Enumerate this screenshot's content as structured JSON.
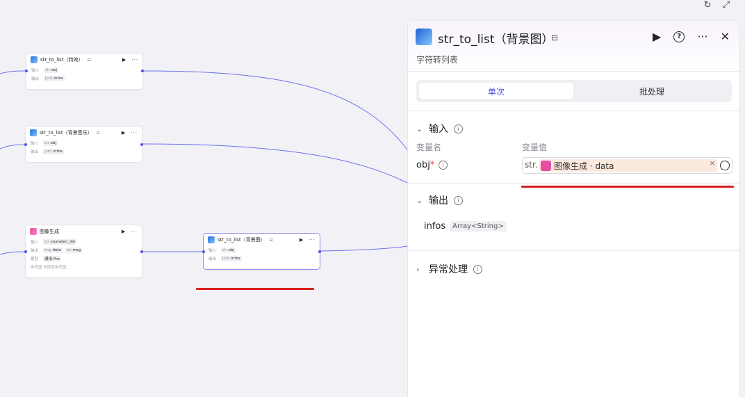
{
  "toolbar": {
    "refresh_icon": "↻",
    "expand_icon": "⤢"
  },
  "nodes": [
    {
      "title": "str_to_list（特效）",
      "rows": [
        {
          "label": "输入",
          "type": "str",
          "value": "obj"
        },
        {
          "label": "输出",
          "type": "[str]",
          "value": "infos"
        }
      ]
    },
    {
      "title": "str_to_list（背景音乐）",
      "rows": [
        {
          "label": "输入",
          "type": "str",
          "value": "obj"
        },
        {
          "label": "输出",
          "type": "[str]",
          "value": "infos"
        }
      ]
    },
    {
      "title": "图像生成",
      "rows": [
        {
          "label": "输入",
          "type": "str",
          "value": "yuanwen_list"
        },
        {
          "label": "输出",
          "type": "img",
          "value": "data",
          "type2": "str",
          "value2": "msg"
        },
        {
          "label": "模型",
          "value": "通用-Pro"
        }
      ],
      "muted": "参考图  未配置参考图"
    },
    {
      "title": "str_to_list（背景图）",
      "rows": [
        {
          "label": "输入",
          "type": "str",
          "value": "obj"
        },
        {
          "label": "输出",
          "type": "[str]",
          "value": "infos"
        }
      ]
    }
  ],
  "node_badge": "⊟",
  "node_run": "▶",
  "node_more": "···",
  "panel": {
    "title": "str_to_list（背景图）",
    "edit_icon": "⊟",
    "run_icon": "▶",
    "help_icon": "?",
    "more_icon": "···",
    "close_icon": "✕",
    "subtitle": "字符转列表",
    "tabs": {
      "single": "单次",
      "batch": "批处理"
    },
    "input": {
      "title": "输入",
      "col_name": "变量名",
      "col_value": "变量值",
      "var_name": "obj",
      "required_mark": "*",
      "var_type": "str.",
      "ref_text": "图像生成 · data",
      "clear_icon": "×"
    },
    "output": {
      "title": "输出",
      "name": "infos",
      "type": "Array<String>"
    },
    "exception": {
      "title": "异常处理"
    },
    "info_icon": "i",
    "chev_down": "⌄",
    "chev_right": "›"
  }
}
